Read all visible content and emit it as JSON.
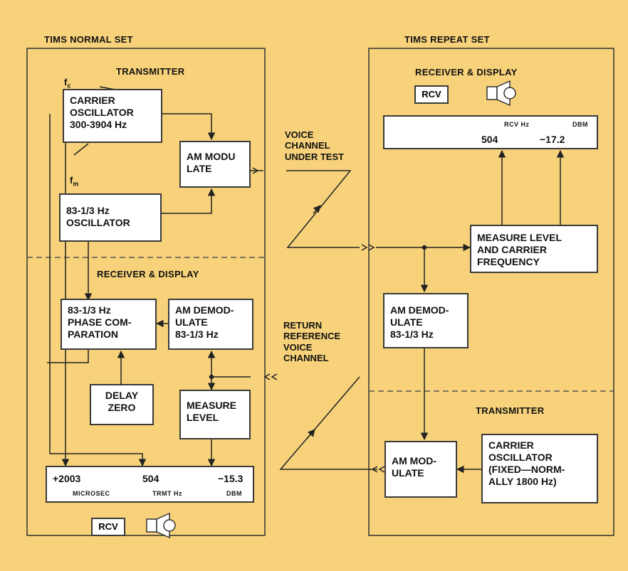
{
  "normal_set": {
    "title": "TIMS NORMAL SET",
    "transmitter_title": "TRANSMITTER",
    "receiver_title": "RECEIVER & DISPLAY",
    "fc_label": "f",
    "fc_sub": "c",
    "fm_label": "f",
    "fm_sub": "m",
    "carrier_oscillator": "CARRIER\nOSCILLATOR\n300-3904 Hz",
    "am_modulate": "AM MODU\nLATE",
    "oscillator_83": "83-1/3 Hz\nOSCILLATOR",
    "phase_comparation": "83-1/3 Hz\nPHASE COM-\nPARATION",
    "am_demodulate": "AM DEMOD-\nULATE\n83-1/3 Hz",
    "delay_zero": "DELAY\nZERO",
    "measure_level": "MEASURE\nLEVEL",
    "display": {
      "delay_value": "+2003",
      "freq_value": "504",
      "level_value": "−15.3",
      "delay_unit": "MICROSEC",
      "freq_unit": "TRMT Hz",
      "level_unit": "DBM"
    },
    "rcv_button": "RCV"
  },
  "repeat_set": {
    "title": "TIMS REPEAT SET",
    "receiver_title": "RECEIVER & DISPLAY",
    "transmitter_title": "TRANSMITTER",
    "rcv_button": "RCV",
    "display": {
      "freq_unit": "RCV Hz",
      "level_unit": "DBM",
      "freq_value": "504",
      "level_value": "−17.2"
    },
    "measure_level_carrier": "MEASURE LEVEL\nAND CARRIER\nFREQUENCY",
    "am_demodulate": "AM DEMOD-\nULATE\n83-1/3 Hz",
    "am_modulate": "AM MOD-\nULATE",
    "carrier_oscillator": "CARRIER\nOSCILLATOR\n(FIXED—NORM-\nALLY 1800 Hz)"
  },
  "channels": {
    "voice_under_test": "VOICE\nCHANNEL\nUNDER TEST",
    "return_reference": "RETURN\nREFERENCE\nVOICE\nCHANNEL"
  }
}
